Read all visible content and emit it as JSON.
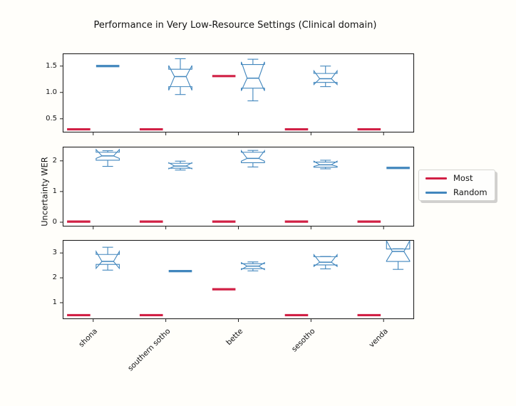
{
  "chart_data": {
    "type": "boxplot-grid",
    "title": "Performance in Very Low-Resource Settings (Clinical domain)",
    "ylabel": "Uncertainty WER",
    "categories": [
      "shona",
      "southern sotho",
      "bette",
      "sesotho",
      "venda"
    ],
    "xlim": [
      0.58,
      5.42
    ],
    "box_width": 0.32,
    "series_offsets": {
      "most": -0.2,
      "random": 0.2
    },
    "legend": {
      "position": "center right",
      "items": [
        {
          "label": "Most",
          "color": "#d12045"
        },
        {
          "label": "Random",
          "color": "#4186bd"
        }
      ]
    },
    "colors": {
      "most": "#d12045",
      "random": "#4186bd",
      "axis": "#222222"
    },
    "subplots": [
      {
        "ytick_labels": [
          "0.5",
          "1.0",
          "1.5"
        ],
        "ytick_values": [
          0.5,
          1.0,
          1.5
        ],
        "ylim": [
          0.24,
          1.74
        ],
        "most": [
          {
            "type": "flat",
            "value": 0.3
          },
          {
            "type": "flat",
            "value": 0.3
          },
          {
            "type": "flat",
            "value": 1.31
          },
          {
            "type": "flat",
            "value": 0.3
          },
          {
            "type": "flat",
            "value": 0.3
          }
        ],
        "random": [
          {
            "type": "flat",
            "value": 1.5
          },
          {
            "type": "box",
            "whislo": 0.96,
            "q1": 1.11,
            "med": 1.3,
            "q3": 1.44,
            "whishi": 1.64,
            "cilo": 1.04,
            "cihi": 1.51
          },
          {
            "type": "box",
            "whislo": 0.84,
            "q1": 1.08,
            "med": 1.27,
            "q3": 1.53,
            "whishi": 1.63,
            "cilo": 1.03,
            "cihi": 1.58
          },
          {
            "type": "box",
            "whislo": 1.11,
            "q1": 1.19,
            "med": 1.26,
            "q3": 1.36,
            "whishi": 1.5,
            "cilo": 1.15,
            "cihi": 1.41
          },
          null
        ]
      },
      {
        "ytick_labels": [
          "0",
          "1",
          "2"
        ],
        "ytick_values": [
          0,
          1,
          2
        ],
        "ylim": [
          -0.14,
          2.46
        ],
        "most": [
          {
            "type": "flat",
            "value": 0.02
          },
          {
            "type": "flat",
            "value": 0.02
          },
          {
            "type": "flat",
            "value": 0.02
          },
          {
            "type": "flat",
            "value": 0.02
          },
          {
            "type": "flat",
            "value": 0.02
          }
        ],
        "random": [
          {
            "type": "box",
            "whislo": 1.82,
            "q1": 2.02,
            "med": 2.16,
            "q3": 2.28,
            "whishi": 2.33,
            "cilo": 2.08,
            "cihi": 2.37
          },
          {
            "type": "box",
            "whislo": 1.7,
            "q1": 1.76,
            "med": 1.83,
            "q3": 1.92,
            "whishi": 1.99,
            "cilo": 1.74,
            "cihi": 1.94
          },
          {
            "type": "box",
            "whislo": 1.8,
            "q1": 1.94,
            "med": 2.08,
            "q3": 2.28,
            "whishi": 2.34,
            "cilo": 1.99,
            "cihi": 2.33
          },
          {
            "type": "box",
            "whislo": 1.74,
            "q1": 1.79,
            "med": 1.87,
            "q3": 1.96,
            "whishi": 2.02,
            "cilo": 1.82,
            "cihi": 1.99
          },
          {
            "type": "flat",
            "value": 1.77
          }
        ]
      },
      {
        "ytick_labels": [
          "1",
          "2",
          "3"
        ],
        "ytick_values": [
          1,
          2,
          3
        ],
        "ylim": [
          0.34,
          3.52
        ],
        "most": [
          {
            "type": "flat",
            "value": 0.5
          },
          {
            "type": "flat",
            "value": 0.5
          },
          {
            "type": "flat",
            "value": 1.54
          },
          {
            "type": "flat",
            "value": 0.5
          },
          {
            "type": "flat",
            "value": 0.5
          }
        ],
        "random": [
          {
            "type": "box",
            "whislo": 2.31,
            "q1": 2.54,
            "med": 2.66,
            "q3": 2.94,
            "whishi": 3.23,
            "cilo": 2.38,
            "cihi": 3.06
          },
          {
            "type": "flat",
            "value": 2.27
          },
          {
            "type": "box",
            "whislo": 2.28,
            "q1": 2.37,
            "med": 2.47,
            "q3": 2.57,
            "whishi": 2.64,
            "cilo": 2.33,
            "cihi": 2.61
          },
          {
            "type": "box",
            "whislo": 2.36,
            "q1": 2.52,
            "med": 2.63,
            "q3": 2.85,
            "whishi": 2.86,
            "cilo": 2.46,
            "cihi": 2.93
          },
          {
            "type": "box",
            "whislo": 2.34,
            "q1": 2.66,
            "med": 3.06,
            "q3": 3.16,
            "whishi": 3.17,
            "cilo": 2.68,
            "cihi": 3.49
          }
        ]
      }
    ]
  }
}
